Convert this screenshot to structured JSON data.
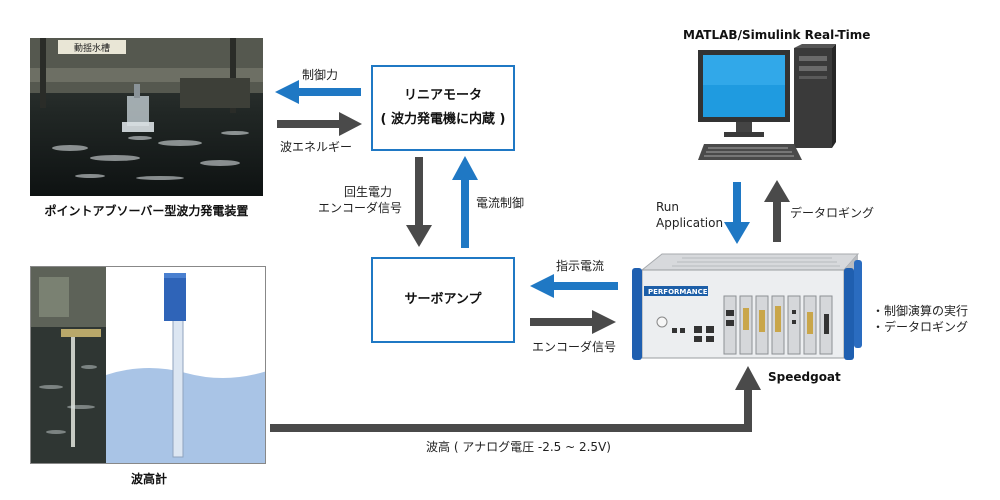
{
  "colors": {
    "blue_arrow": "#1f78c4",
    "gray_arrow": "#4a4a4a",
    "box_border": "#1f78c4",
    "water": "#a9c4e6",
    "sensor_blue": "#2f64b8"
  },
  "photo_wec": {
    "sign_text": "動揺水槽",
    "caption": "ポイントアブソーバー型波力発電装置"
  },
  "linear_motor": {
    "line1": "リニアモータ",
    "line2": "( 波力発電機に内蔵 )"
  },
  "servo_amp": {
    "label": "サーボアンプ"
  },
  "wave_gauge": {
    "caption": "波高計"
  },
  "speedgoat": {
    "caption": "Speedgoat",
    "panel_brand": "PERFORMANCE",
    "roles": [
      "・制御演算の実行",
      "・データロギング"
    ]
  },
  "pc": {
    "title": "MATLAB/Simulink Real-Time"
  },
  "arrows": {
    "control_force": "制御力",
    "wave_energy": "波エネルギー",
    "regen_line1": "回生電力",
    "regen_line2": "エンコーダ信号",
    "current_control": "電流制御",
    "command_current": "指示電流",
    "encoder_signal": "エンコーダ信号",
    "run_line1": "Run",
    "run_line2": "Application",
    "data_logging": "データロギング",
    "wave_height": "波高 ( アナログ電圧 -2.5 ~ 2.5V)"
  },
  "icons": [
    "wec-photo",
    "wave-gauge-illustration",
    "desktop-pc-icon",
    "speedgoat-target-icon"
  ]
}
